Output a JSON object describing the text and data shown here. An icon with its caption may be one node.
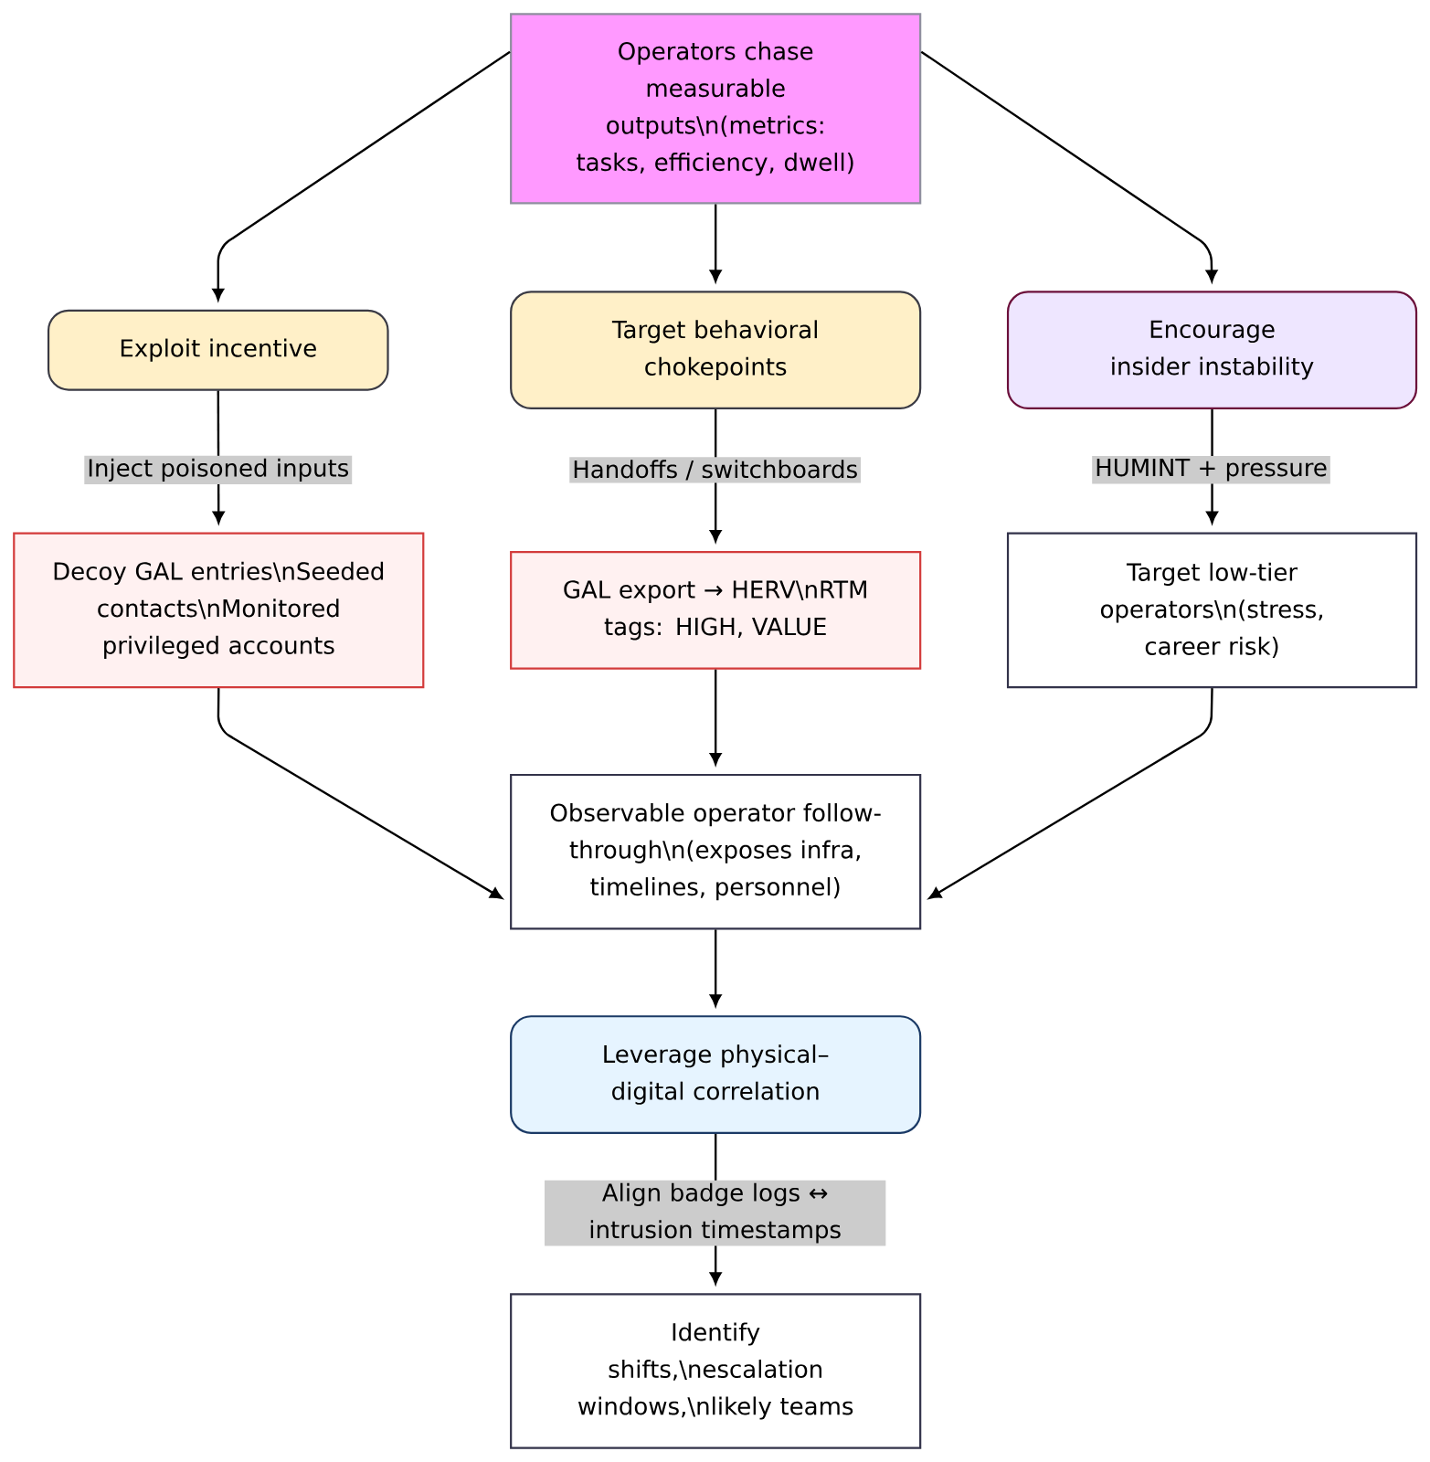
{
  "diagram": {
    "nodes": [
      {
        "text": [
          "Operators chase measurable outputs\\n(metrics: tasks, efficiency, dwell)"
        ]
      },
      {
        "text": [
          "Exploit incentive"
        ]
      },
      {
        "text": [
          "Target behavioral chokepoints"
        ]
      },
      {
        "text": [
          "Encourage insider instability"
        ]
      },
      {
        "text": [
          "Decoy GAL entries\\nSeeded contacts\\nMonitored privileged accounts"
        ]
      },
      {
        "text": [
          "GAL export → HERV\\nRTM tags: HIGH, VALUE"
        ]
      },
      {
        "text": [
          "Target low-tier operators\\n(stress, career risk)"
        ]
      },
      {
        "text": [
          "Observable operator follow-through\\n(exposes infra, timelines, personnel)"
        ]
      },
      {
        "text": [
          "Leverage physical–digital correlation"
        ]
      },
      {
        "text": [
          "Identify shifts,\\nescalation windows,\\nlikely teams"
        ]
      }
    ],
    "edges": [
      {
        "from": 0,
        "to": 1,
        "arrow": "to"
      },
      {
        "from": 0,
        "to": 2,
        "arrow": "to"
      },
      {
        "from": 0,
        "to": 3,
        "arrow": "to"
      },
      {
        "from": 1,
        "to": 4,
        "arrow": "to",
        "label": "Inject poisoned inputs"
      },
      {
        "from": 2,
        "to": 5,
        "arrow": "to",
        "label": "Handoffs / switchboards"
      },
      {
        "from": 3,
        "to": 6,
        "arrow": "to",
        "label": "HUMINT + pressure"
      },
      {
        "from": 4,
        "to": 7,
        "arrow": "to"
      },
      {
        "from": 5,
        "to": 7,
        "arrow": "to"
      },
      {
        "from": 6,
        "to": 7,
        "arrow": "to"
      },
      {
        "from": 7,
        "to": 8,
        "arrow": "to"
      },
      {
        "from": 8,
        "to": 9,
        "arrow": "to",
        "label": "Align badge logs ↔ intrusion timestamps"
      }
    ]
  }
}
